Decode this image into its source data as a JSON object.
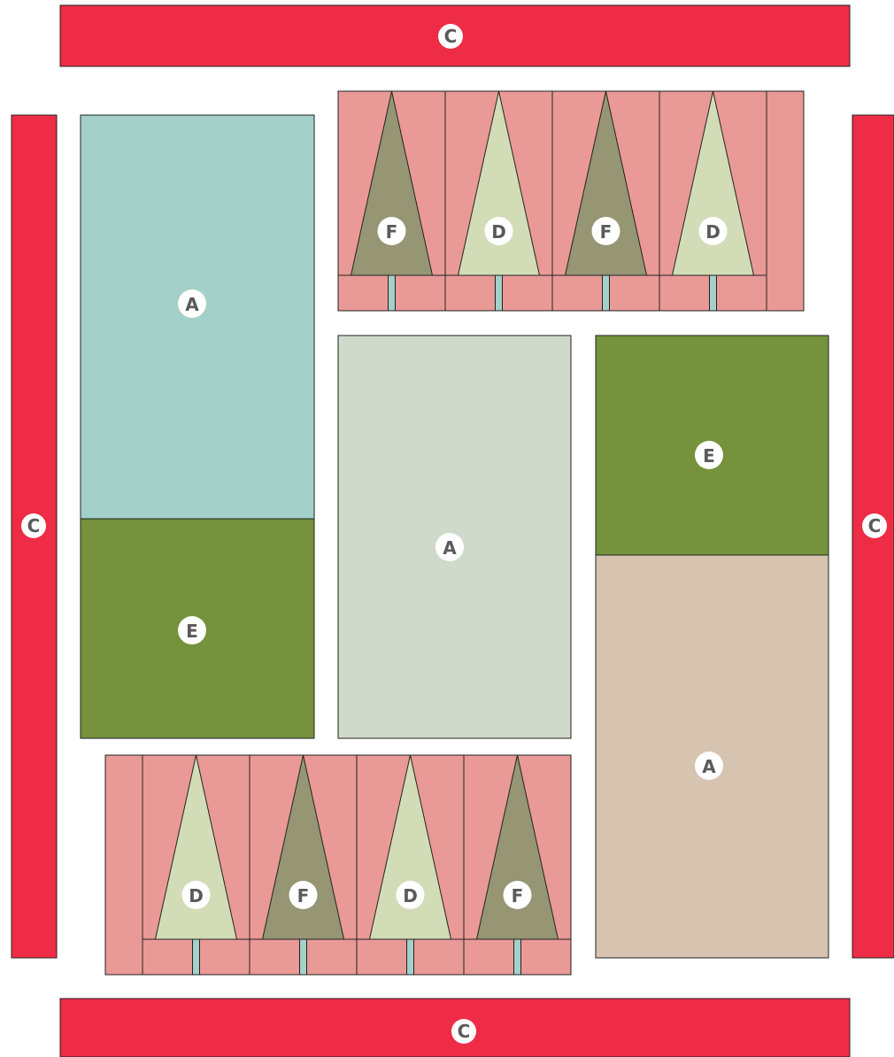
{
  "colors": {
    "C": "#ee2c45",
    "pink": "#e99a96",
    "teal": "#a3d0c9",
    "sage": "#d0dacb",
    "tan": "#d6c4b0",
    "E": "#76923c",
    "D": "#d2ddb8",
    "F": "#969574",
    "trunk": "#a3d0c9",
    "outline": "#222222",
    "label_fill": "#ffffff",
    "label_text": "#5a5a5a"
  },
  "labels": {
    "border_top": "C",
    "border_bottom": "C",
    "border_left": "C",
    "border_right": "C",
    "left_upper": "A",
    "left_lower": "E",
    "center": "A",
    "right_upper": "E",
    "right_lower": "A"
  },
  "top_trees": [
    "F",
    "D",
    "F",
    "D"
  ],
  "bottom_trees": [
    "D",
    "F",
    "D",
    "F"
  ]
}
